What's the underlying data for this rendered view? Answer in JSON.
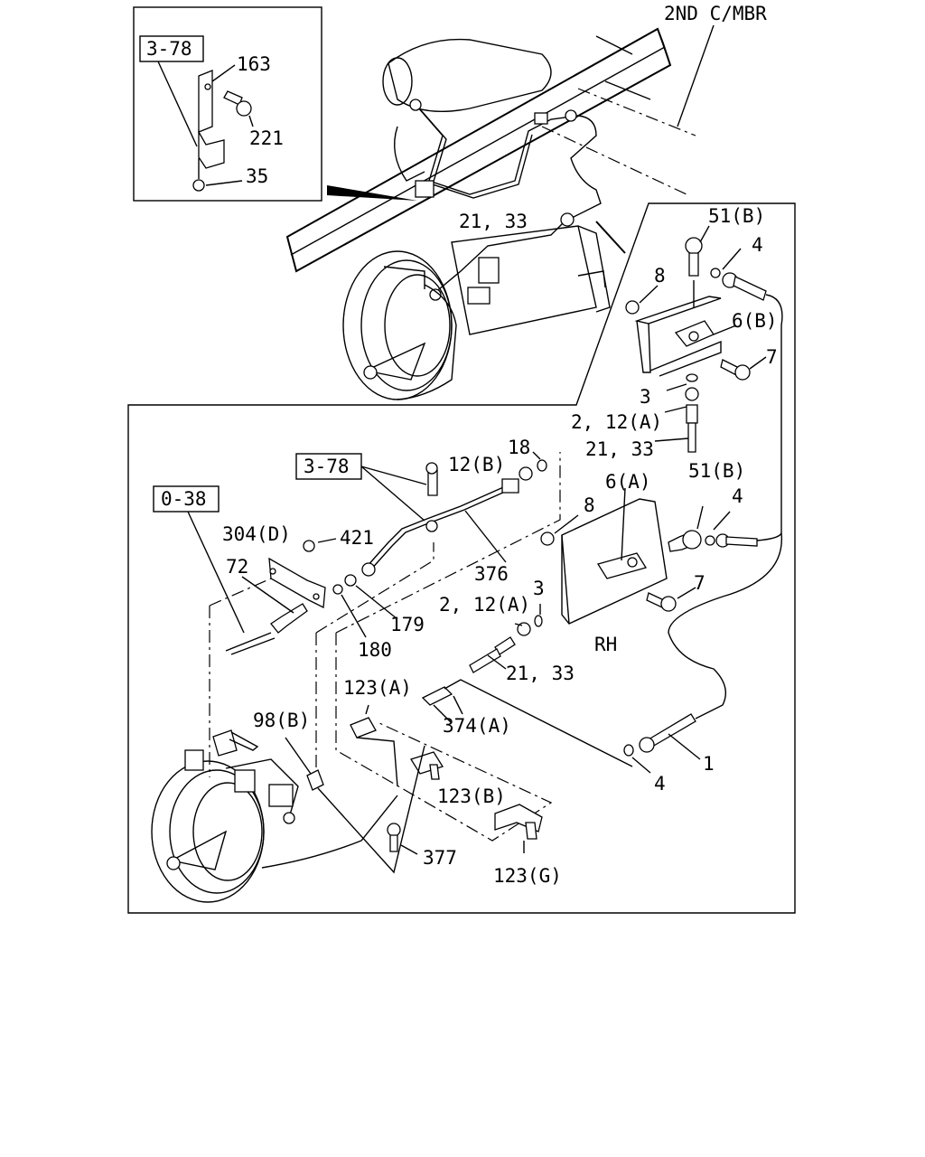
{
  "labels": {
    "frame_member": "2ND C/MBR",
    "ref_3_78_top": "3-78",
    "p163": "163",
    "p221": "221",
    "p35": "35",
    "p21_33_top": "21, 33",
    "p51b_top": "51(B)",
    "p4_top": "4",
    "p8_top": "8",
    "p6b": "6(B)",
    "p7_top": "7",
    "p3_top": "3",
    "p2_12a_top": "2, 12(A)",
    "p21_33_right": "21, 33",
    "ref_3_78_mid": "3-78",
    "p12b": "12(B)",
    "p18": "18",
    "p51b_mid": "51(B)",
    "p6a": "6(A)",
    "p8_mid": "8",
    "p4_mid": "4",
    "ref_0_38": "0-38",
    "p304d": "304(D)",
    "p421": "421",
    "p72": "72",
    "p376": "376",
    "p7_mid": "7",
    "p3_mid": "3",
    "p2_12a_mid": "2, 12(A)",
    "p179": "179",
    "p180": "180",
    "rh": "RH",
    "p21_33_mid": "21, 33",
    "p123a": "123(A)",
    "p374a": "374(A)",
    "p98b": "98(B)",
    "p1": "1",
    "p4_low": "4",
    "p123b": "123(B)",
    "p377": "377",
    "p123g": "123(G)"
  }
}
